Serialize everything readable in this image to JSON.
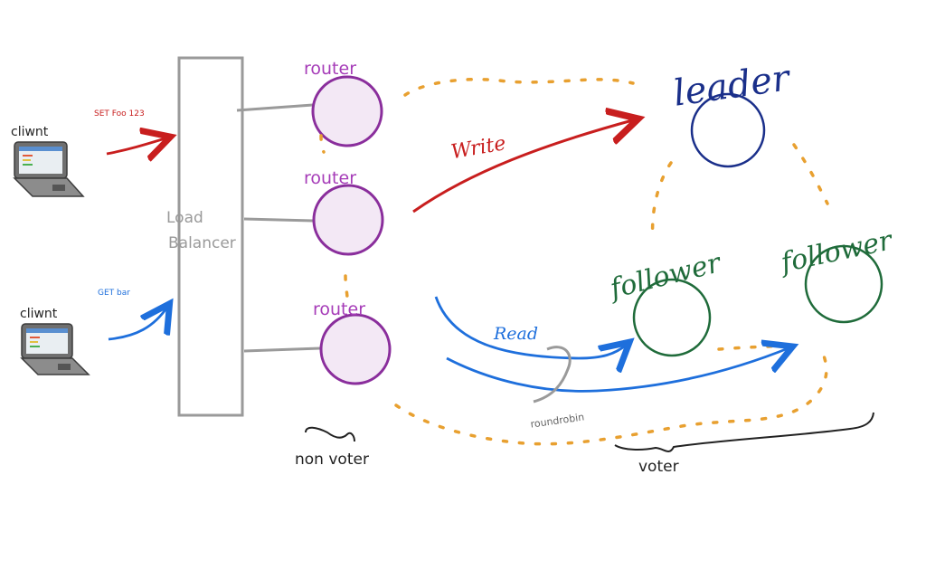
{
  "clients": [
    {
      "label": "cliwnt",
      "command": "SET Foo 123"
    },
    {
      "label": "cliwnt",
      "command": "GET bar"
    }
  ],
  "load_balancer": {
    "line1": "Load",
    "line2": "Balancer"
  },
  "routers": [
    {
      "label": "router"
    },
    {
      "label": "router"
    },
    {
      "label": "router"
    }
  ],
  "arrows": {
    "write": "Write",
    "read": "Read",
    "roundrobin": "roundrobin"
  },
  "nodes": {
    "leader": "leader",
    "follower_1": "follower",
    "follower_2": "follower"
  },
  "groups": {
    "non_voter": "non voter",
    "voter": "voter"
  },
  "colors": {
    "write": "#c81e1e",
    "read": "#1e6fdc",
    "router": "#8a2e9c",
    "router_fill": "#f3e8f5",
    "leader": "#1a2f8a",
    "follower": "#1f6b3a",
    "dashed": "#e8a030",
    "gray": "#9a9a9a",
    "ink": "#222222"
  }
}
